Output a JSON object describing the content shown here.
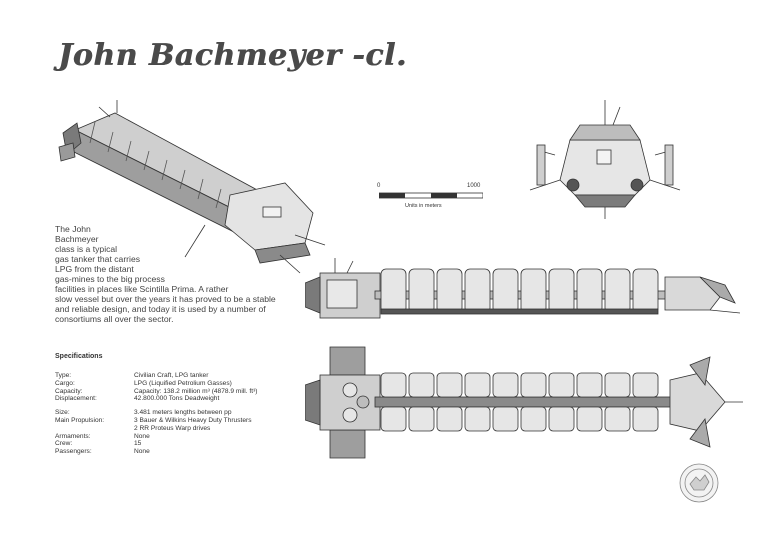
{
  "title": "John Bachmeyer -cl.",
  "description_lines": [
    "The John",
    "Bachmeyer",
    "class is a typical",
    "gas tanker that carries",
    "LPG from the distant",
    "gas-mines to the big process",
    "facilities in places like Scintilla Prima. A rather",
    "slow vessel but over the years it has proved to be a stable",
    "and reliable design, and today it is used by a number of",
    "consortiums all over the sector."
  ],
  "scale": {
    "min_label": "0",
    "max_label": "1000",
    "units_label": "Units in meters"
  },
  "specifications": {
    "heading": "Specifications",
    "rows": [
      {
        "label": "Type:",
        "values": [
          "Civilian Craft, LPG tanker"
        ]
      },
      {
        "label": "Cargo:",
        "values": [
          "LPG (Liquified Petrolium Gasses)"
        ]
      },
      {
        "label": "Capacity:",
        "values": [
          "Capacity: 138.2 million m³ (4878.9 mill. ft³)"
        ]
      },
      {
        "label": "Displacement:",
        "values": [
          "42.800.000 Tons Deadweight"
        ]
      },
      {
        "label": "Size:",
        "values": [
          "3.481 meters lengths between pp"
        ]
      },
      {
        "label": "Main Propulsion:",
        "values": [
          "3 Bauer & Wilkins Heavy Duty Thrusters",
          "2 RR Proteus Warp drives"
        ]
      },
      {
        "label": "Armaments:",
        "values": [
          "None"
        ]
      },
      {
        "label": "Crew:",
        "values": [
          "15"
        ]
      },
      {
        "label": "Passengers:",
        "values": [
          "None"
        ]
      }
    ]
  },
  "colors": {
    "ink": "#333333",
    "hull_light": "#d6d6d6",
    "hull_mid": "#a8a8a8",
    "hull_dark": "#5a5a5a",
    "title": "#4a4a4a"
  },
  "views": [
    "perspective-view",
    "front-view",
    "side-view",
    "top-view",
    "seal-emblem"
  ]
}
